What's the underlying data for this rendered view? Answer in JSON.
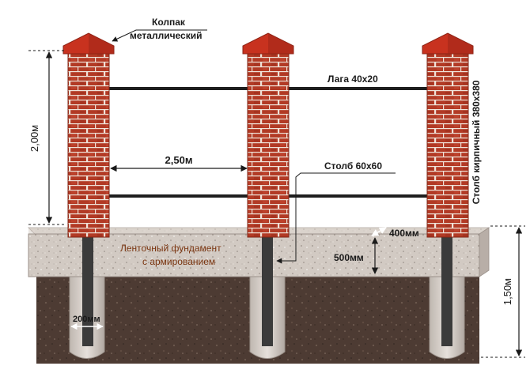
{
  "labels": {
    "cap_line1": "Колпак",
    "cap_line2": "металлический",
    "rail": "Лага 40х20",
    "pole_steel": "Столб 60х60",
    "pillar": "Столб кирпичный 380х380",
    "foundation_line1": "Ленточный фундамент",
    "foundation_line2": "с армированием",
    "found_width": "400мм",
    "found_height": "500мм",
    "pile_diameter": "200мм",
    "height_above": "2,00м",
    "span": "2,50м",
    "depth_total": "1,50м"
  },
  "colors": {
    "brick": "#b23a25",
    "brick_mortar": "#e9d9cf",
    "cap": "#c8321f",
    "concrete": "#cfc6bf",
    "soil": "#4d3b33",
    "rail": "#1e1e1e",
    "pole": "#3b3b3b"
  }
}
